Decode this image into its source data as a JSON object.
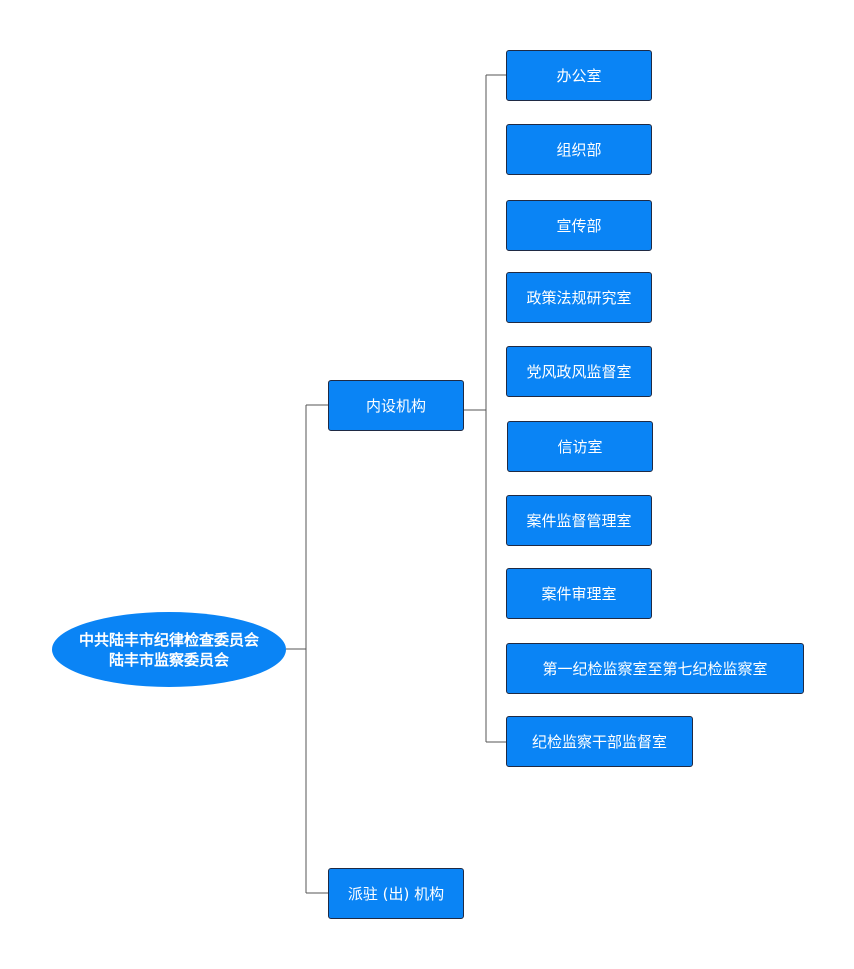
{
  "root": {
    "line1": "中共陆丰市纪律检查委员会",
    "line2": "陆丰市监察委员会"
  },
  "branches": [
    {
      "label": "内设机构"
    },
    {
      "label": "派驻 (出) 机构"
    }
  ],
  "departments": [
    {
      "label": "办公室"
    },
    {
      "label": "组织部"
    },
    {
      "label": "宣传部"
    },
    {
      "label": "政策法规研究室"
    },
    {
      "label": "党风政风监督室"
    },
    {
      "label": "信访室"
    },
    {
      "label": "案件监督管理室"
    },
    {
      "label": "案件审理室"
    },
    {
      "label": "第一纪检监察室至第七纪检监察室"
    },
    {
      "label": "纪检监察干部监督室"
    }
  ],
  "colors": {
    "node_fill": "#0a84f5",
    "node_border": "#1f2a44",
    "connector": "#555555",
    "text": "#ffffff"
  }
}
